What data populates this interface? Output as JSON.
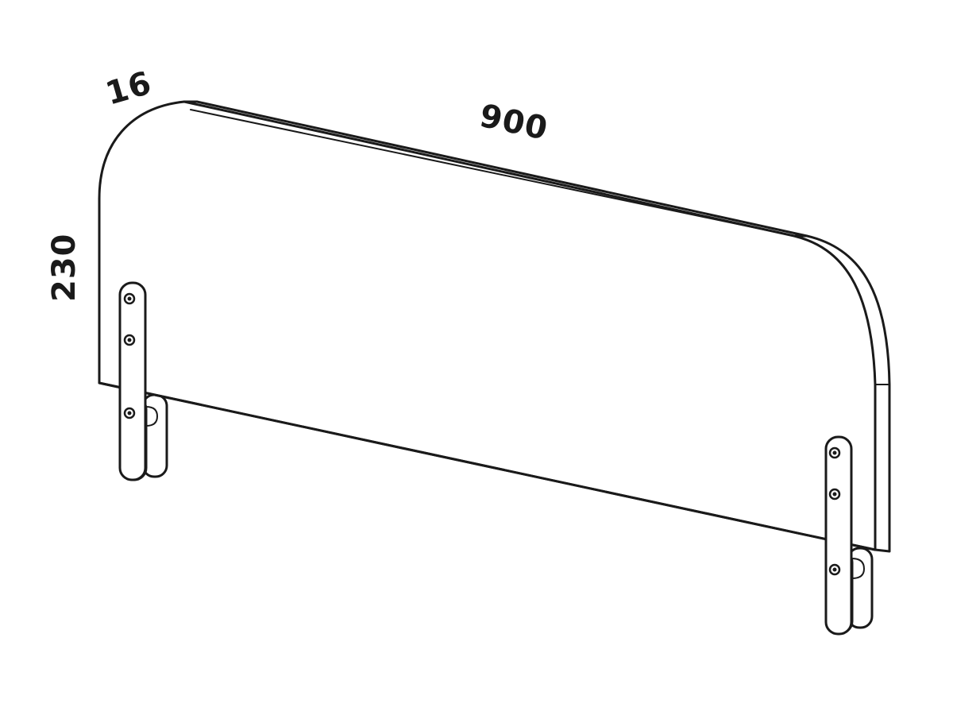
{
  "drawing": {
    "product": "bed-rail-panel",
    "dimensions": {
      "thickness": "16",
      "length": "900",
      "height": "230"
    },
    "line_color": "#1a1a1a",
    "background_color": "#ffffff",
    "brackets": 2,
    "screws_per_bracket": 3
  }
}
